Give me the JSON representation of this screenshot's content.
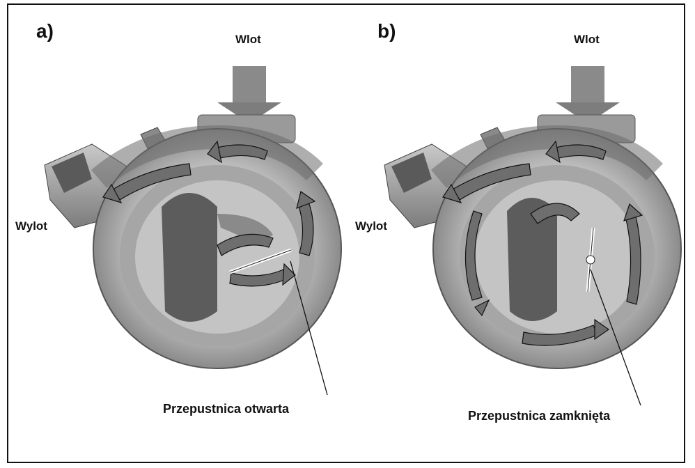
{
  "panels": [
    {
      "letter": "a)",
      "inlet_label": "Wlot",
      "outlet_label": "Wylot",
      "callout": "Przepustnica otwarta"
    },
    {
      "letter": "b)",
      "inlet_label": "Wlot",
      "outlet_label": "Wylot",
      "callout": "Przepustnica zamknięta"
    }
  ],
  "colors": {
    "housing_dark": "#6f6f6f",
    "housing_mid": "#9a9a9a",
    "housing_light": "#d6d6d6",
    "arrow": "#7a7a7a",
    "outline": "#111111"
  }
}
